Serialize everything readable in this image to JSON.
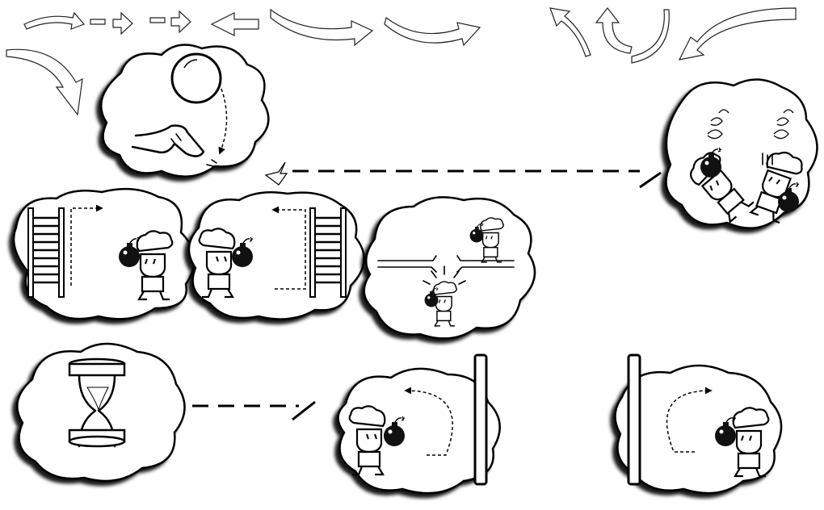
{
  "scene": {
    "panels": [
      {
        "id": "drop-ball",
        "icons": [
          "hand-icon",
          "ball-icon"
        ]
      },
      {
        "id": "explosion",
        "icons": [
          "character-icon",
          "bomb-icon",
          "smoke-icon"
        ]
      },
      {
        "id": "ladder-right",
        "icons": [
          "ladder-icon",
          "character-icon",
          "bomb-icon"
        ]
      },
      {
        "id": "ladder-left",
        "icons": [
          "ladder-icon",
          "character-icon",
          "bomb-icon"
        ]
      },
      {
        "id": "floor-break",
        "icons": [
          "character-icon",
          "bomb-icon",
          "broken-floor-icon"
        ]
      },
      {
        "id": "hourglass",
        "icons": [
          "hourglass-icon"
        ]
      },
      {
        "id": "wall-left",
        "icons": [
          "wall-icon",
          "character-icon",
          "bomb-icon"
        ]
      },
      {
        "id": "wall-right",
        "icons": [
          "wall-icon",
          "character-icon",
          "bomb-icon"
        ]
      }
    ],
    "colors": {
      "ink": "#000000",
      "paper": "#ffffff",
      "shadow": "#000000"
    }
  }
}
